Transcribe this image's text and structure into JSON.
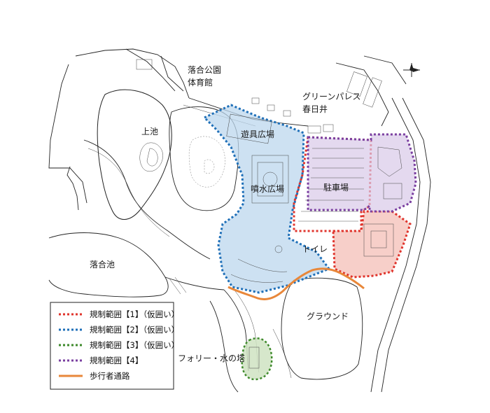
{
  "map": {
    "labels": {
      "ochiai_park_gym_1": "落合公園",
      "ochiai_park_gym_2": "体育館",
      "green_palace_1": "グリーンパレス",
      "green_palace_2": "春日井",
      "upper_pond": "上池",
      "ochiai_pond": "落合池",
      "play_plaza": "遊具広場",
      "fountain_plaza": "噴水広場",
      "parking": "駐車場",
      "toilet": "トイレ",
      "ground": "グラウンド",
      "folly_tower": "フォリー・水の塔"
    },
    "compass": "north-arrow",
    "legend": [
      {
        "label": "規制範囲【1】（仮囲い）",
        "color": "#e0342c",
        "style": "dotted"
      },
      {
        "label": "規制範囲【2】（仮囲い）",
        "color": "#1e6fb8",
        "style": "dotted"
      },
      {
        "label": "規制範囲【3】（仮囲い）",
        "color": "#3f8a2c",
        "style": "dotted"
      },
      {
        "label": "規制範囲【4】",
        "color": "#7a3fa0",
        "style": "dotted"
      },
      {
        "label": "歩行者通路",
        "color": "#e8873a",
        "style": "solid"
      }
    ],
    "zone_colors": {
      "zone1_fill": "#f6c7c0",
      "zone2_fill": "#bcd7ee",
      "zone3_fill": "#cfe3c2",
      "zone4_fill": "#d9c9e8"
    }
  }
}
